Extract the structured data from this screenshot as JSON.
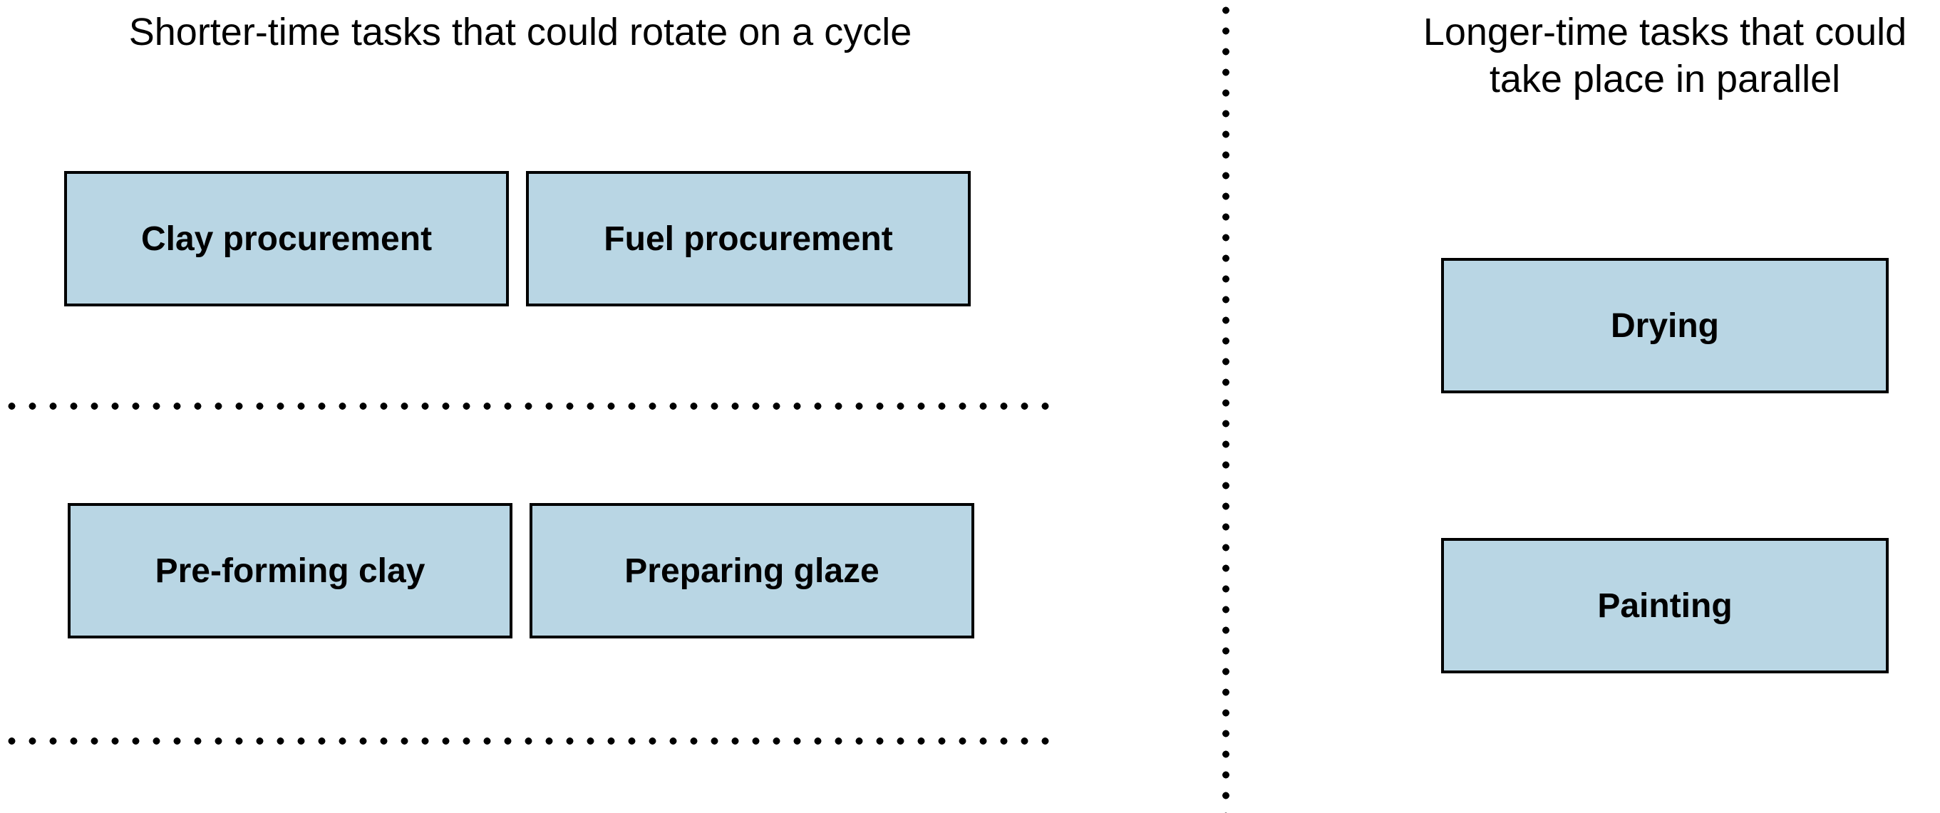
{
  "diagram": {
    "left_section": {
      "title": "Shorter-time tasks that could rotate on a cycle",
      "boxes": [
        "Clay procurement",
        "Fuel procurement",
        "Pre-forming clay",
        "Preparing glaze"
      ]
    },
    "right_section": {
      "title_line1": "Longer-time tasks that could",
      "title_line2": "take place in parallel",
      "boxes": [
        "Drying",
        "Painting"
      ]
    },
    "colors": {
      "background": "#ffffff",
      "box_fill": "#b9d6e4",
      "box_border": "#000000",
      "text": "#000000",
      "divider_dots": "#000000"
    }
  }
}
